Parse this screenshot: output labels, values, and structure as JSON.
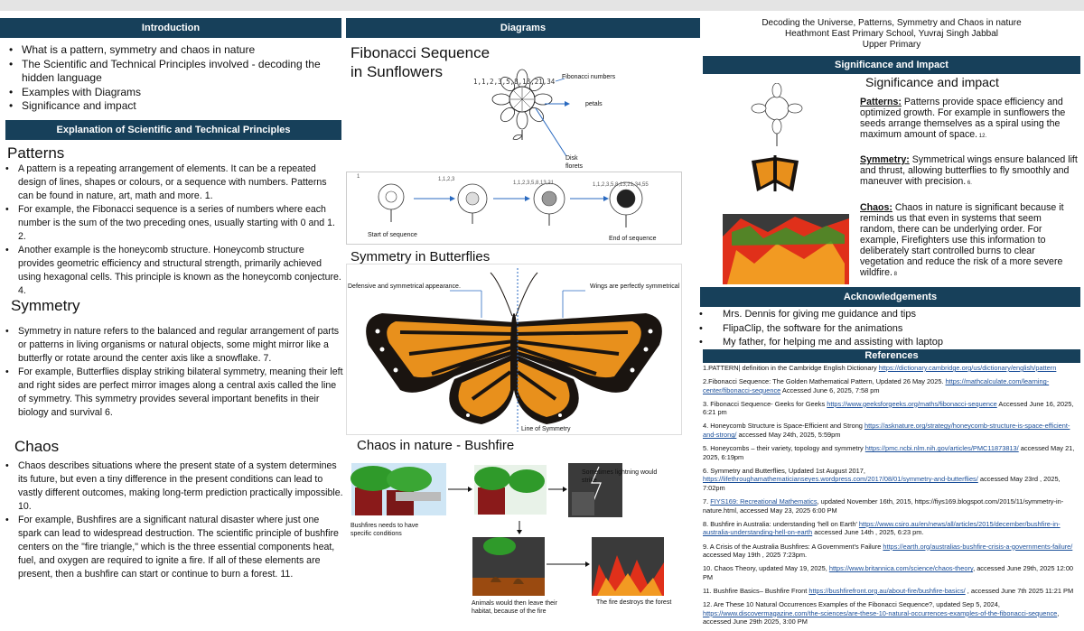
{
  "headers": {
    "introduction": "Introduction",
    "principles": "Explanation of Scientific and Technical Principles",
    "diagrams": "Diagrams",
    "significance": "Significance and Impact",
    "acknowledgements": "Acknowledgements",
    "references": "References"
  },
  "meta": {
    "title_line": "Decoding the Universe,  Patterns, Symmetry and Chaos in nature",
    "school_line": "Heathmont East Primary School, Yuvraj Singh Jabbal",
    "level_line": "Upper Primary"
  },
  "intro_items": [
    "What is a pattern, symmetry and chaos in nature",
    "The Scientific and Technical Principles involved - decoding the hidden language",
    "Examples with Diagrams",
    "Significance and impact"
  ],
  "patterns": {
    "title": "Patterns",
    "items": [
      "A pattern is a repeating arrangement of elements. It can be a repeated design of lines, shapes or colours, or a sequence with numbers. Patterns can be found in nature, art, math and more. 1.",
      "For example, the Fibonacci sequence is a series of numbers where each number is the sum of the two preceding ones, usually starting with 0 and 1. 2.",
      "Another example is the honeycomb structure. Honeycomb structure provides geometric efficiency and structural strength, primarily achieved using hexagonal cells. This principle is known as the honeycomb conjecture. 4."
    ]
  },
  "symmetry": {
    "title": "Symmetry",
    "items": [
      "Symmetry in nature refers to the balanced and regular arrangement of parts or patterns in living organisms or natural objects, some might mirror like a butterfly or rotate around the center axis like a snowflake. 7.",
      "For example, Butterflies display striking bilateral symmetry, meaning their left and right sides are perfect mirror images along a central axis called the line of symmetry. This symmetry provides several important benefits in their biology and survival 6."
    ]
  },
  "chaos": {
    "title": "Chaos",
    "items": [
      "Chaos describes situations where the present state of a system determines its future, but even a tiny difference in the present conditions can lead to vastly different outcomes, making long-term prediction practically impossible. 10.",
      "For example, Bushfires are a significant natural disaster where just one spark can lead to widespread destruction. The scientific principle of bushfire centers on the \"fire triangle,\" which is the three essential components heat, fuel, and oxygen are required to ignite a fire. If all of these elements are present, then a bushfire can start or continue to burn a forest. 11."
    ]
  },
  "fib": {
    "title_line1": "Fibonacci Sequence",
    "title_line2": "in Sunflowers",
    "seq_label": "1,1,2,3,5,8,13,21,34",
    "numbers_label": "Fibonacci numbers",
    "petals_label": "petals",
    "disk_label_1": "Disk",
    "disk_label_2": "florets",
    "steps": [
      "1",
      "1,1,2,3",
      "1,1,2,3,5,8,13,21",
      "1,1,2,3,5,8,13,21,34,55"
    ],
    "start_label": "Start of sequence",
    "end_label": "End of sequence"
  },
  "butterfly": {
    "title": "Symmetry in Butterflies",
    "left_label": "Defensive and symmetrical appearance.",
    "right_label": "Wings are perfectly symmetrical",
    "line_label": "Line of Symmetry"
  },
  "bushfire": {
    "title": "Chaos in nature - Bushfire",
    "lightning_label": "Sometimes lightning would strike",
    "conditions_label": "Bushfires needs to have specific conditions",
    "animals_label": "Animals would then leave their habitat, because of the fire",
    "destroy_label": "The fire destroys the forest"
  },
  "significance": {
    "title": "Significance and impact",
    "patterns_head": "Patterns:",
    "patterns_text": " Patterns provide space efficiency and optimized growth. For example in sunflowers the seeds arrange themselves as a spiral using the maximum amount of space.",
    "patterns_ref": " 12.",
    "symmetry_head": "Symmetry:",
    "symmetry_text": " Symmetrical wings ensure balanced lift and thrust, allowing butterflies to fly smoothly and maneuver with precision.",
    "symmetry_ref": " 6.",
    "chaos_head": "Chaos:",
    "chaos_text": " Chaos in nature is significant because it reminds us that even in systems that seem random, there can be underlying order. For example, Firefighters use this information to deliberately start controlled burns to clear vegetation and reduce the risk of a more severe wildfire.",
    "chaos_ref": " 8"
  },
  "ack_items": [
    "Mrs. Dennis for giving me guidance and tips",
    "FlipaClip, the software for the animations",
    "My father, for helping me and assisting with laptop"
  ],
  "references": [
    {
      "text": "1.PATTERN| definition in the Cambridge English Dictionary",
      "link": "https://dictionary.cambridge.org/us/dictionary/english/pattern",
      "after": ""
    },
    {
      "text": "2.Fibonacci Sequence: The Golden Mathematical Pattern, Updated 26 May 2025. ",
      "link": "https://mathcalculate.com/learning-center/fibonacci-sequence",
      "after": " Accessed June 6, 2025, 7:58 pm"
    },
    {
      "text": "3. Fibonacci Sequence- Geeks for Geeks ",
      "link": "https://www.geeksforgeeks.org/maths/fibonacci-sequence",
      "after": " Accessed June 16, 2025, 6:21 pm"
    },
    {
      "text": "4. Honeycomb Structure is Space-Efficient and Strong ",
      "link": "https://asknature.org/strategy/honeycomb-structure-is-space-efficient-and-strong/",
      "after": " accessed May 24th, 2025, 5:59pm"
    },
    {
      "text": "5. Honeycombs – their variety, topology and symmetry ",
      "link": "https://pmc.ncbi.nlm.nih.gov/articles/PMC11873813/",
      "after": " accessed May 21, 2025, 6:19pm"
    },
    {
      "text": "6. Symmetry and Butterflies, Updated 1st August 2017, ",
      "link": "https://lifethroughamathematicianseyes.wordpress.com/2017/08/01/symmetry-and-butterflies/",
      "after": " accessed May 23rd , 2025, 7:02pm"
    },
    {
      "text": "7. ",
      "link": "FIYS169: Recreational Mathematics",
      "after": ", updated November 16th, 2015, https://fiys169.blogspot.com/2015/11/symmetry-in-nature.html, accessed May 23, 2025 6:00 PM"
    },
    {
      "text": "8. Bushfire in Australia: understanding 'hell on Earth' ",
      "link": "https://www.csiro.au/en/news/all/articles/2015/december/bushfire-in-australia-understanding-hell-on-earth",
      "after": " accessed June 14th , 2025, 6:23 pm."
    },
    {
      "text": "9. A Crisis of the Australia Bushfires: A Government's Failure ",
      "link": "https://earth.org/australias-bushfire-crisis-a-governments-failure/",
      "after": " accessed May 19th , 2025 7:23pm."
    },
    {
      "text": "10. Chaos Theory, updated May 19, 2025, ",
      "link": "https://www.britannica.com/science/chaos-theory",
      "after": ", accessed June 29th, 2025 12:00 PM"
    },
    {
      "text": "11. Bushfire Basics– Bushfire Front ",
      "link": "https://bushfirefront.org.au/about-fire/bushfire-basics/",
      "after": " , accessed June 7th 2025 11:21 PM"
    },
    {
      "text": "12. Are These 10 Natural Occurrences Examples of the Fibonacci Sequence?, updated Sep 5, 2024, ",
      "link": "https://www.discovermagazine.com/the-sciences/are-these-10-natural-occurrences-examples-of-the-fibonacci-sequence",
      "after": ", accessed June 29th 2025, 3:00 PM"
    }
  ],
  "colors": {
    "header_bg": "#17405a",
    "butterfly_orange": "#e8901c",
    "fire_red": "#e0301a",
    "tree_green": "#2f9a2a"
  }
}
